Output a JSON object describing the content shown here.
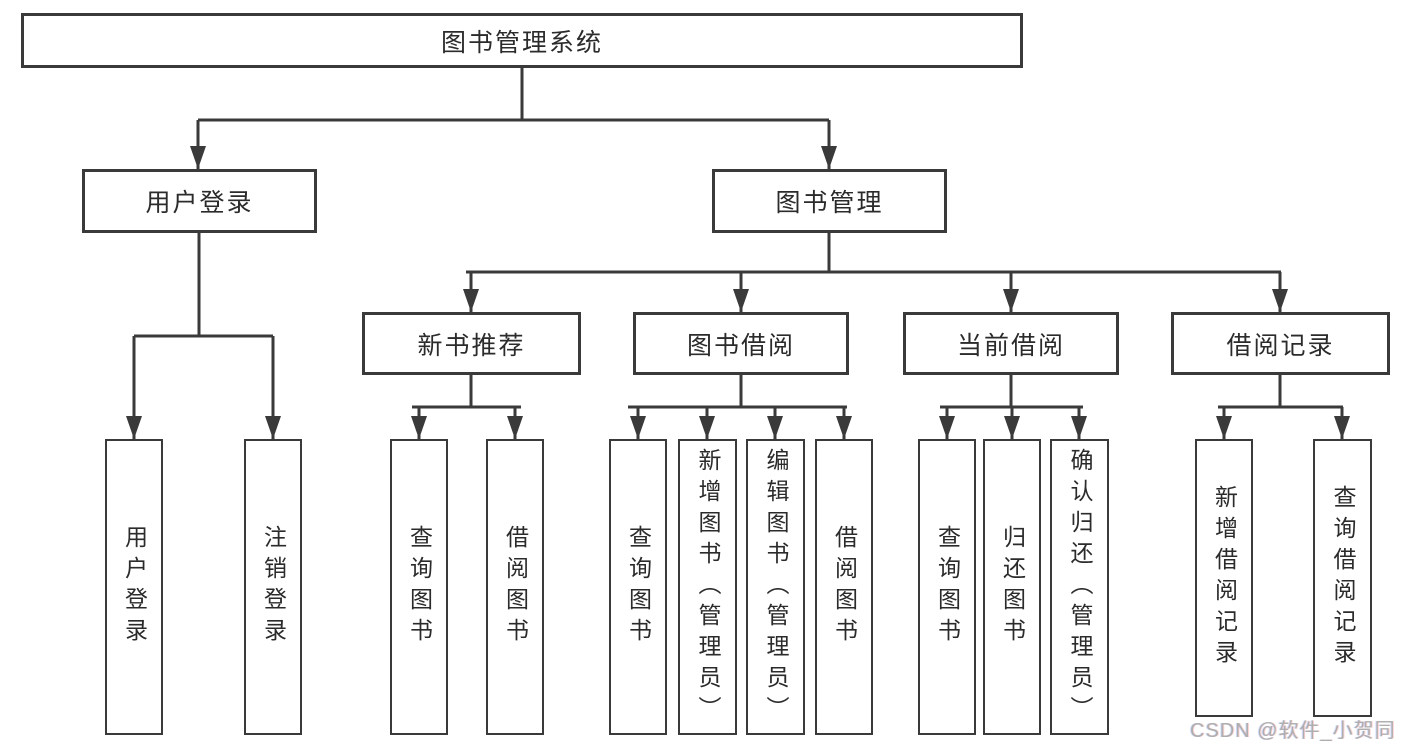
{
  "tree": {
    "label": "图书管理系统",
    "children": [
      {
        "label": "用户登录",
        "children": [
          {
            "label": "用户登录"
          },
          {
            "label": "注销登录"
          }
        ]
      },
      {
        "label": "图书管理",
        "children": [
          {
            "label": "新书推荐",
            "children": [
              {
                "label": "查询图书"
              },
              {
                "label": "借阅图书"
              }
            ]
          },
          {
            "label": "图书借阅",
            "children": [
              {
                "label": "查询图书"
              },
              {
                "label": "新增图书（管理员）"
              },
              {
                "label": "编辑图书（管理员）"
              },
              {
                "label": "借阅图书"
              }
            ]
          },
          {
            "label": "当前借阅",
            "children": [
              {
                "label": "查询图书"
              },
              {
                "label": "归还图书"
              },
              {
                "label": "确认归还（管理员）"
              }
            ]
          },
          {
            "label": "借阅记录",
            "children": [
              {
                "label": "新增借阅记录"
              },
              {
                "label": "查询借阅记录"
              }
            ]
          }
        ]
      }
    ]
  },
  "watermark": {
    "text": "CSDN @软件_小贺同学"
  },
  "colors": {
    "line": "#3a3a3a",
    "text": "#2b2b2b",
    "background": "#ffffff",
    "watermark": "#aeaeae"
  }
}
